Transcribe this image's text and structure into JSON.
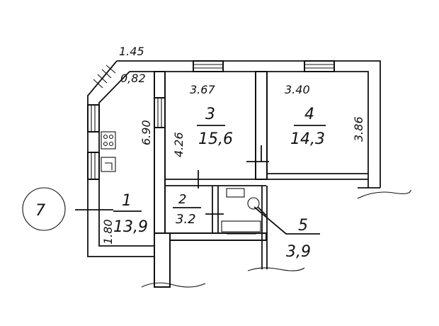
{
  "plan": {
    "marker": "7",
    "rooms": [
      {
        "id": "1",
        "area": "13,9"
      },
      {
        "id": "2",
        "area": "3.2"
      },
      {
        "id": "3",
        "area": "15,6"
      },
      {
        "id": "4",
        "area": "14,3"
      },
      {
        "id": "5",
        "area": "3,9"
      }
    ],
    "dims": {
      "corner_145": "1.45",
      "corner_082": "0,82",
      "room3_width": "3.67",
      "room4_width": "3.40",
      "left_690": "6.90",
      "room3_height": "4.26",
      "room4_height": "3.86",
      "left_180": "1.80"
    }
  }
}
